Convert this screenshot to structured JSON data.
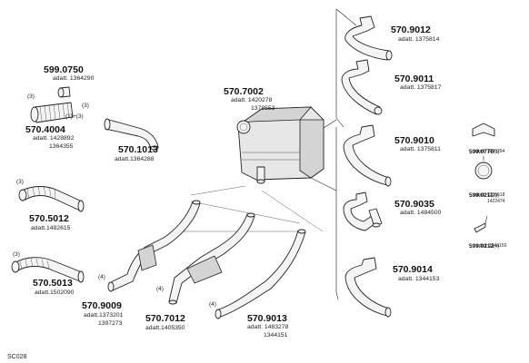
{
  "parts": {
    "p5990750": {
      "code": "599.0750",
      "adatt": "adatt. 1364290"
    },
    "p5704004": {
      "code": "570.4004",
      "adatt1": "adatt. 1428892",
      "adatt2": "1364355"
    },
    "p5701013": {
      "code": "570.1013",
      "adatt": "adatt.1364288"
    },
    "p5705012": {
      "code": "570.5012",
      "adatt": "adatt.1482615"
    },
    "p5705013": {
      "code": "570.5013",
      "adatt": "adatt.1502090"
    },
    "p5707002": {
      "code": "570.7002",
      "adatt1": "adatt. 1420278",
      "adatt2": "1378553"
    },
    "p5709009": {
      "code": "570.9009",
      "adatt1": "adatt.1373201",
      "adatt2": "1397273"
    },
    "p5707012": {
      "code": "570.7012",
      "adatt": "adatt.1405350"
    },
    "p5709013": {
      "code": "570.9013",
      "adatt1": "adatt. 1483278",
      "adatt2": "1344151"
    },
    "p5709012": {
      "code": "570.9012",
      "adatt": "adatt. 1375814"
    },
    "p5709011": {
      "code": "570.9011",
      "adatt": "adatt. 1375817"
    },
    "p5709010": {
      "code": "570.9010",
      "adatt": "adatt. 1375811"
    },
    "p5709035": {
      "code": "570.9035",
      "adatt": "adatt. 1484500"
    },
    "p5709014": {
      "code": "570.9014",
      "adatt": "adatt. 1344153"
    },
    "p5990770": {
      "code": "599.0770",
      "qty": "(1)",
      "adatt": "adatt. 1360294"
    },
    "p5990211": {
      "code": "599.0211",
      "qty": "(3)",
      "adatt1": "adatt. 1335618",
      "adatt2": "1422474"
    },
    "p5990212": {
      "code": "599.0212",
      "qty": "(4)",
      "adatt": "adatt. 1344150"
    }
  },
  "quantities": {
    "q_clamp_a": "(3)",
    "q_clamp_b": "(1)+(3)",
    "q_1013": "(3)",
    "q_5012": "(3)",
    "q_5013": "(3)",
    "q_9009": "(4)",
    "q_7012": "(4)",
    "q_9013": "(4)"
  },
  "footer": {
    "ref": "SC028"
  }
}
